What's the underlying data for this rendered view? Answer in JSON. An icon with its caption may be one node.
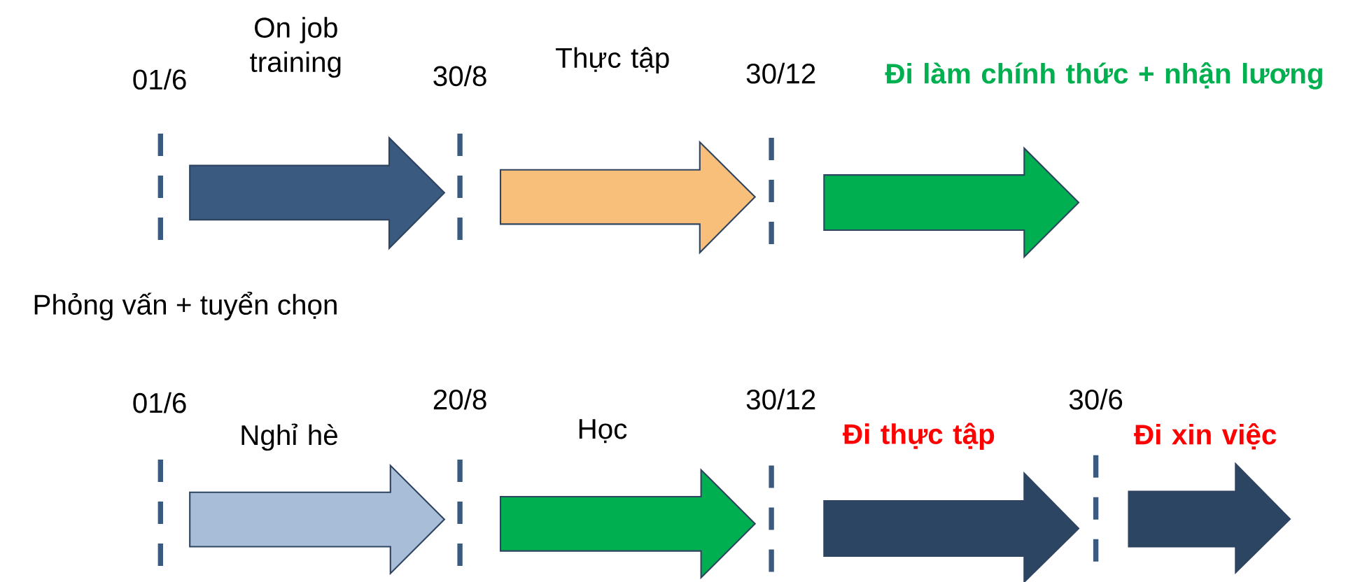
{
  "diagram": {
    "nodes": [
      {
        "text": [
          "On job training"
        ]
      },
      {
        "text": [
          "Thực tập"
        ]
      },
      {
        "text": [
          "Đi làm chính thức + nhận lương"
        ]
      },
      {
        "text": [
          "Nghỉ hè"
        ]
      },
      {
        "text": [
          "Học"
        ]
      },
      {
        "text": [
          "Đi thực tập"
        ]
      },
      {
        "text": [
          "Đi xin việc"
        ]
      }
    ],
    "labels": [
      "01/6",
      "30/8",
      "30/12",
      "Phỏng vấn + tuyển chọn",
      "01/6",
      "20/8",
      "30/12",
      "30/6"
    ]
  }
}
